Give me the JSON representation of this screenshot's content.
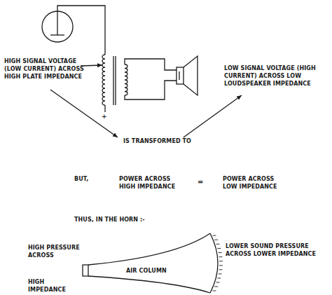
{
  "diagram": {
    "labels": [
      "HIGH SIGNAL VOLTAGE (LOW CURRENT) ACROSS HIGH PLATE IMPEDANCE",
      "+",
      "LOW SIGNAL VOLTAGE (HIGH CURRENT) ACROSS LOW LOUDSPEAKER IMPEDANCE",
      "IS TRANSFORMED TO",
      "BUT,",
      "POWER ACROSS HIGH IMPEDANCE",
      "=",
      "POWER ACROSS LOW IMPEDANCE",
      "THUS, IN THE HORN :-",
      "HIGH PRESSURE ACROSS",
      "HIGH IMPEDANCE",
      "AIR COLUMN",
      "LOWER SOUND PRESSURE ACROSS LOWER IMPEDANCE"
    ]
  }
}
